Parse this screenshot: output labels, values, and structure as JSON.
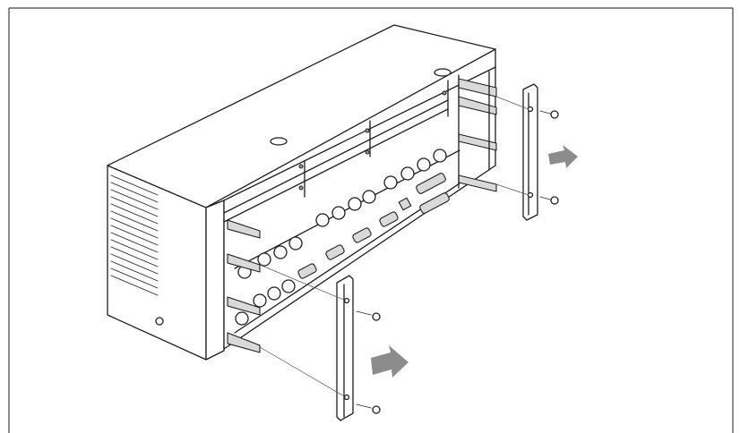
{
  "figure": {
    "stroke_color": "#1e1e1e",
    "arrow_color": "#8c8c8c",
    "background_color": "#ffffff",
    "border_color": "#444444",
    "parts": [
      "chassis-rear-panel",
      "rack-mount-bracket-right",
      "rack-mount-bracket-left",
      "bracket-screw",
      "removal-direction-arrow"
    ]
  }
}
